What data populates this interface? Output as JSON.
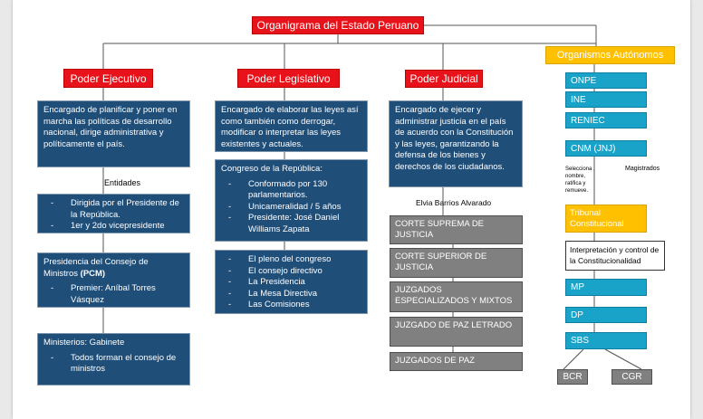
{
  "title": "Organigrama del Estado Peruano",
  "ejecutivo": {
    "header": "Poder Ejecutivo",
    "description": "Encargado de planificar y poner en marcha las políticas de desarrollo nacional, dirige administrativa y políticamente el país.",
    "entidades_label": "Entidades",
    "presidente_items": [
      "Dirigida por el Presidente de la República.",
      "1er y 2do vicepresidente"
    ],
    "pcm_prefix": "Presidencia del Consejo de Ministros ",
    "pcm_abbr": "(PCM)",
    "pcm_items": [
      "Premier: Aníbal Torres Vásquez"
    ],
    "ministerios_title": "Ministerios: Gabinete",
    "ministerios_items": [
      "Todos forman el consejo de ministros"
    ]
  },
  "legislativo": {
    "header": "Poder Legislativo",
    "description": "Encargado de elaborar las leyes así como también como derrogar, modificar o interpretar las leyes existentes y actuales.",
    "congreso_title": "Congreso de la República:",
    "congreso_items": [
      "Conformado por 130 parlamentarios.",
      "Unicameralidad / 5 años",
      "Presidente: José Daniel Williams Zapata"
    ],
    "organos_items": [
      "El pleno del congreso",
      "El consejo directivo",
      "La Presidencia",
      "La Mesa Directiva",
      "Las Comisiones"
    ]
  },
  "judicial": {
    "header": "Poder Judicial",
    "description": "Encargado de ejecer y administrar justicia en el país de acuerdo con la Constitución y las leyes, garantizando la defensa de los bienes y derechos de los ciudadanos.",
    "presidenta": "Elvia Barrios Alvarado",
    "cortes": [
      "CORTE SUPREMA DE JUSTICIA",
      "CORTE SUPERIOR DE JUSTICIA",
      "JUZGADOS ESPECIALIZADOS Y MIXTOS",
      "JUZGADO DE PAZ LETRADO",
      "JUZGADOS DE PAZ"
    ]
  },
  "autonomos": {
    "header": "Organismos Autónomos",
    "onpe": "ONPE",
    "ine": "INE",
    "reniec": "RENIEC",
    "cnm": "CNM (JNJ)",
    "selecciona": "Selecciona , nombre, ratifica y remueve.",
    "magistrados": "Magistrados",
    "tc": "Tribunal Constitucional",
    "tc_desc": "Interpretación y control de la Constitucionalidad",
    "mp": "MP",
    "dp": "DP",
    "sbs": "SBS",
    "bcr": "BCR",
    "cgr": "CGR"
  }
}
